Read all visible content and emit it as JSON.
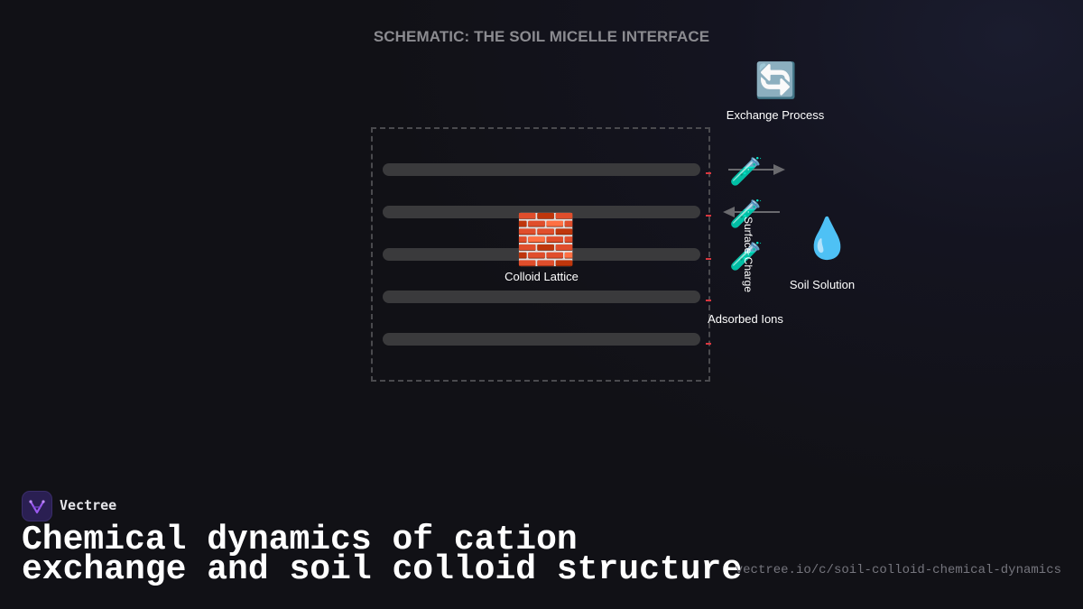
{
  "diagram": {
    "title": "SCHEMATIC: THE SOIL MICELLE INTERFACE",
    "exchange": {
      "icon": "exchange-arrows-icon",
      "glyph": "🔄",
      "label": "Exchange Process"
    },
    "lattice": {
      "icon": "brick-icon",
      "glyph": "🧱",
      "label": "Colloid Lattice"
    },
    "surface_label": "Surface Charge",
    "ions": {
      "icon": "test-tube-icon",
      "glyph": "🧪",
      "label": "Adsorbed Ions"
    },
    "solution": {
      "icon": "droplet-icon",
      "glyph": "💧",
      "label": "Soil Solution"
    },
    "colors": {
      "charge": "#d9363e",
      "layer": "#3a3a3c",
      "border": "#4a4a4e"
    }
  },
  "brand": {
    "name": "Vectree",
    "logo_icon": "vectree-logo-icon"
  },
  "headline": "Chemical dynamics of cation exchange and soil colloid structure",
  "url": "vectree.io/c/soil-colloid-chemical-dynamics"
}
